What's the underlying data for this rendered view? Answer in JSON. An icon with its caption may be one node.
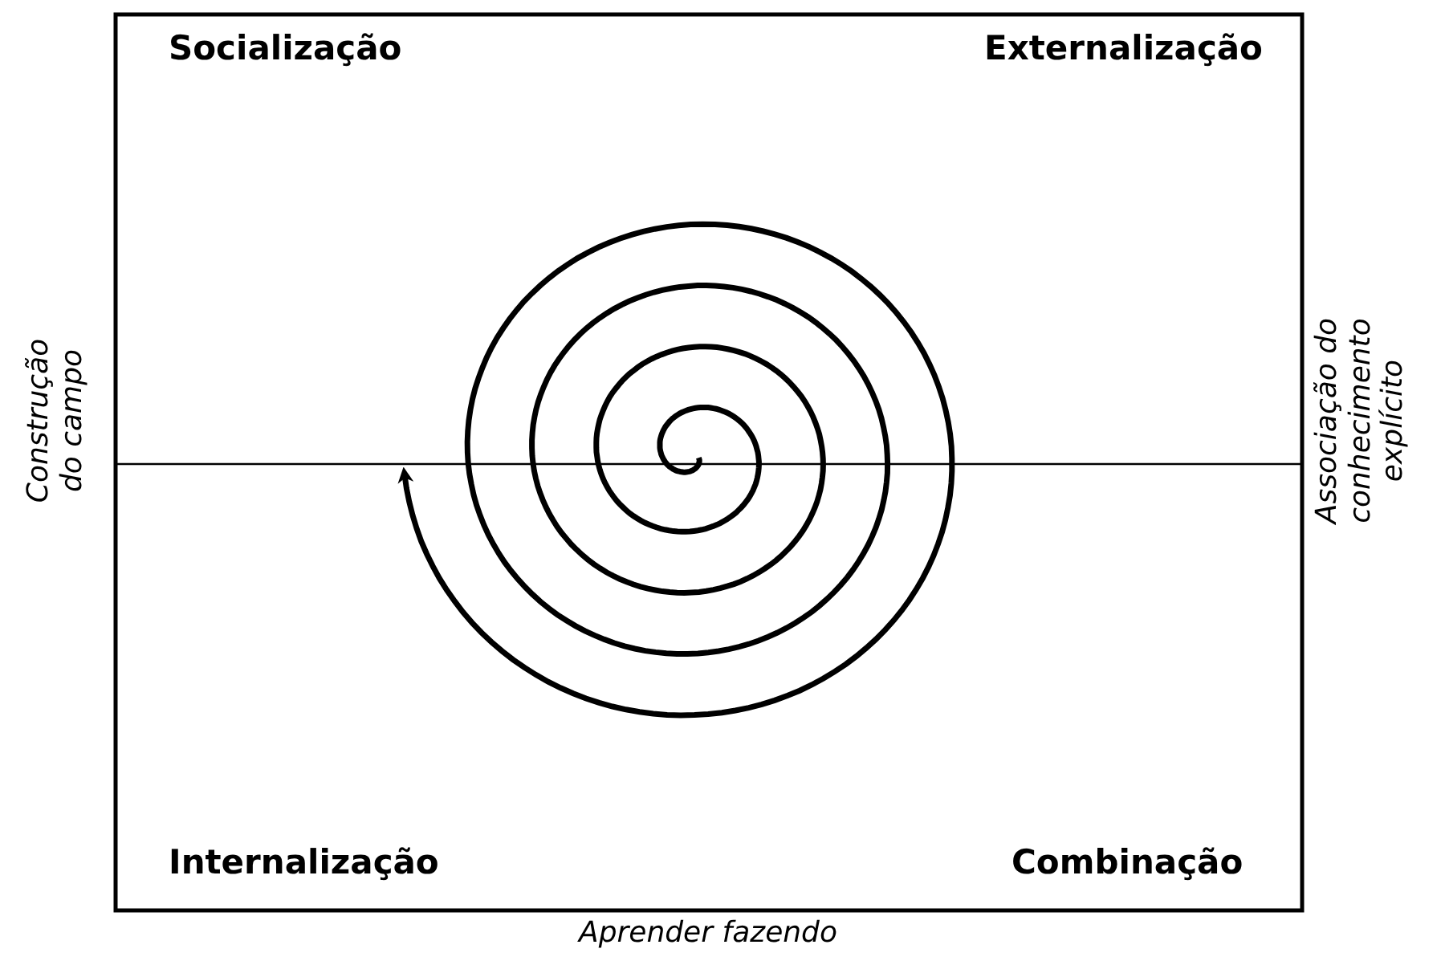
{
  "diagram": {
    "labels": [
      "Socialização",
      "Externalização",
      "Construção do campo",
      "Associação do conhecimento explícito",
      "Internalização",
      "Combinação",
      "Aprender fazendo"
    ]
  }
}
